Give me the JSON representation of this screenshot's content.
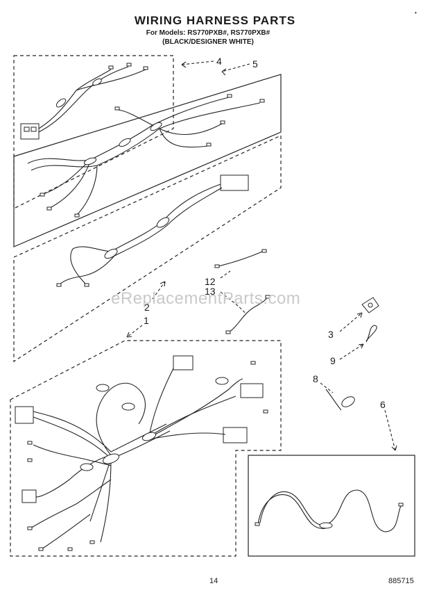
{
  "header": {
    "title": "WIRING HARNESS PARTS",
    "model_line": "For Models: RS770PXB#, RS770PXB#",
    "color_line": "(BLACK/DESIGNER WHITE)",
    "corner_mark": "•"
  },
  "callouts": {
    "c1": "1",
    "c2": "2",
    "c3": "3",
    "c4": "4",
    "c5": "5",
    "c6": "6",
    "c8": "8",
    "c9": "9",
    "c12": "12",
    "c13": "13"
  },
  "watermark": "eReplacementParts.com",
  "footer": {
    "page_number": "14",
    "part_number": "885715"
  }
}
